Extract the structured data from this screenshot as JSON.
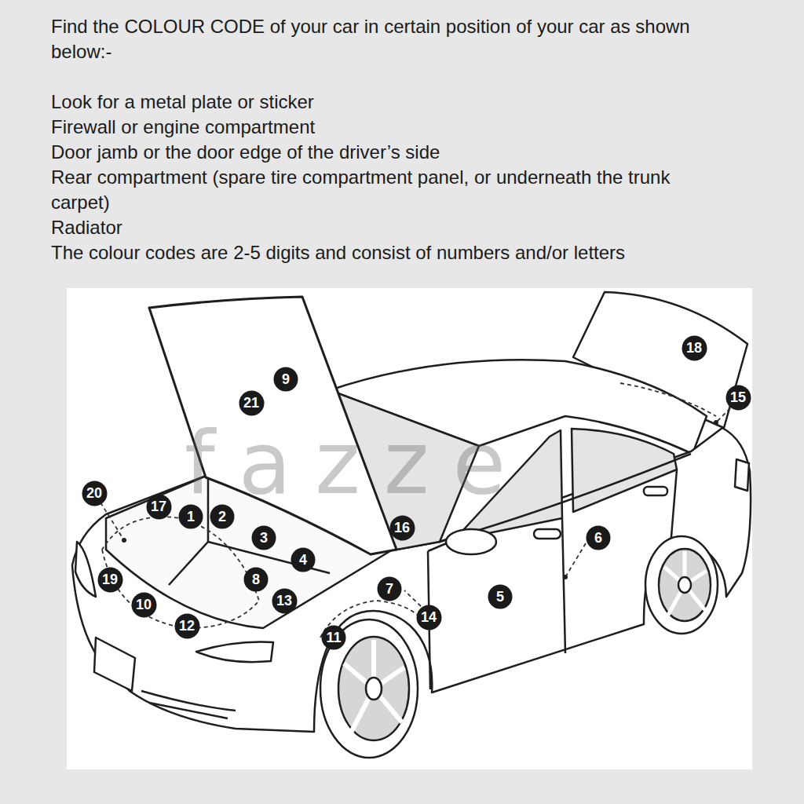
{
  "diagram": {
    "title": "Find the COLOUR CODE of your car in certain position of your car as shown below:-",
    "nodes": [
      {
        "text": [
          "1"
        ]
      },
      {
        "text": [
          "2"
        ]
      },
      {
        "text": [
          "3"
        ]
      },
      {
        "text": [
          "4"
        ]
      },
      {
        "text": [
          "5"
        ]
      },
      {
        "text": [
          "6"
        ]
      },
      {
        "text": [
          "7"
        ]
      },
      {
        "text": [
          "8"
        ]
      },
      {
        "text": [
          "9"
        ]
      },
      {
        "text": [
          "10"
        ]
      },
      {
        "text": [
          "11"
        ]
      },
      {
        "text": [
          "12"
        ]
      },
      {
        "text": [
          "13"
        ]
      },
      {
        "text": [
          "14"
        ]
      },
      {
        "text": [
          "15"
        ]
      },
      {
        "text": [
          "16"
        ]
      },
      {
        "text": [
          "17"
        ]
      },
      {
        "text": [
          "18"
        ]
      },
      {
        "text": [
          "19"
        ]
      },
      {
        "text": [
          "20"
        ]
      },
      {
        "text": [
          "21"
        ]
      }
    ],
    "labels": [
      "Look for a metal plate or sticker",
      "Firewall or engine compartment",
      "Door jamb or the door edge of the driver’s side",
      "Rear compartment (spare tire compartment panel, or underneath the trunk carpet)",
      "Radiator",
      "The colour codes are 2-5 digits and consist of numbers and/or letters",
      "fazze"
    ]
  }
}
